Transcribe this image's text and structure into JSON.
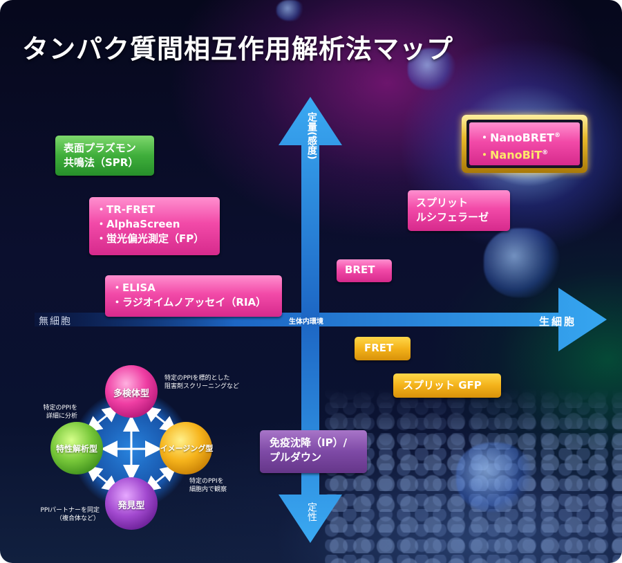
{
  "title": "タンパク質間相互作用解析法マップ",
  "axes": {
    "up": "定量(感度)",
    "down": "定性",
    "left": "無細胞",
    "right": "生細胞",
    "center": "生体内環境"
  },
  "methods": {
    "spr": [
      "表面プラズモン",
      "共鳴法（SPR）"
    ],
    "trfret": [
      "・TR-FRET",
      "・AlphaScreen",
      "・蛍光偏光測定（FP）"
    ],
    "elisa": [
      "・ELISA",
      "・ラジオイムノアッセイ（RIA）"
    ],
    "bret": "BRET",
    "split_luc": [
      "スプリット",
      "ルシフェラーゼ"
    ],
    "nanobret": "・NanoBRET",
    "nanobit": "・NanoBiT",
    "reg": "®",
    "fret": "FRET",
    "split_gfp": "スプリット GFP",
    "ip": [
      "免疫沈降（IP）/",
      "プルダウン"
    ]
  },
  "types": {
    "top": "多検体型",
    "left": "特性解析型",
    "right": "イメージング型",
    "bottom": "発見型"
  },
  "type_notes": {
    "top": [
      "特定のPPIを標的とした",
      "阻害剤スクリーニングなど"
    ],
    "left": [
      "特定のPPIを",
      "詳細に分析"
    ],
    "right": [
      "特定のPPIを",
      "細胞内で観察"
    ],
    "bottom": [
      "PPIパートナーを同定",
      "（複合体など）"
    ]
  },
  "colors": {
    "pink": "#f24aa8",
    "green": "#3fae3b",
    "orange": "#f3b21a",
    "purple": "#7e4aa6",
    "axis_blue": "#2f8fe0",
    "gold": "#e7b92a"
  }
}
